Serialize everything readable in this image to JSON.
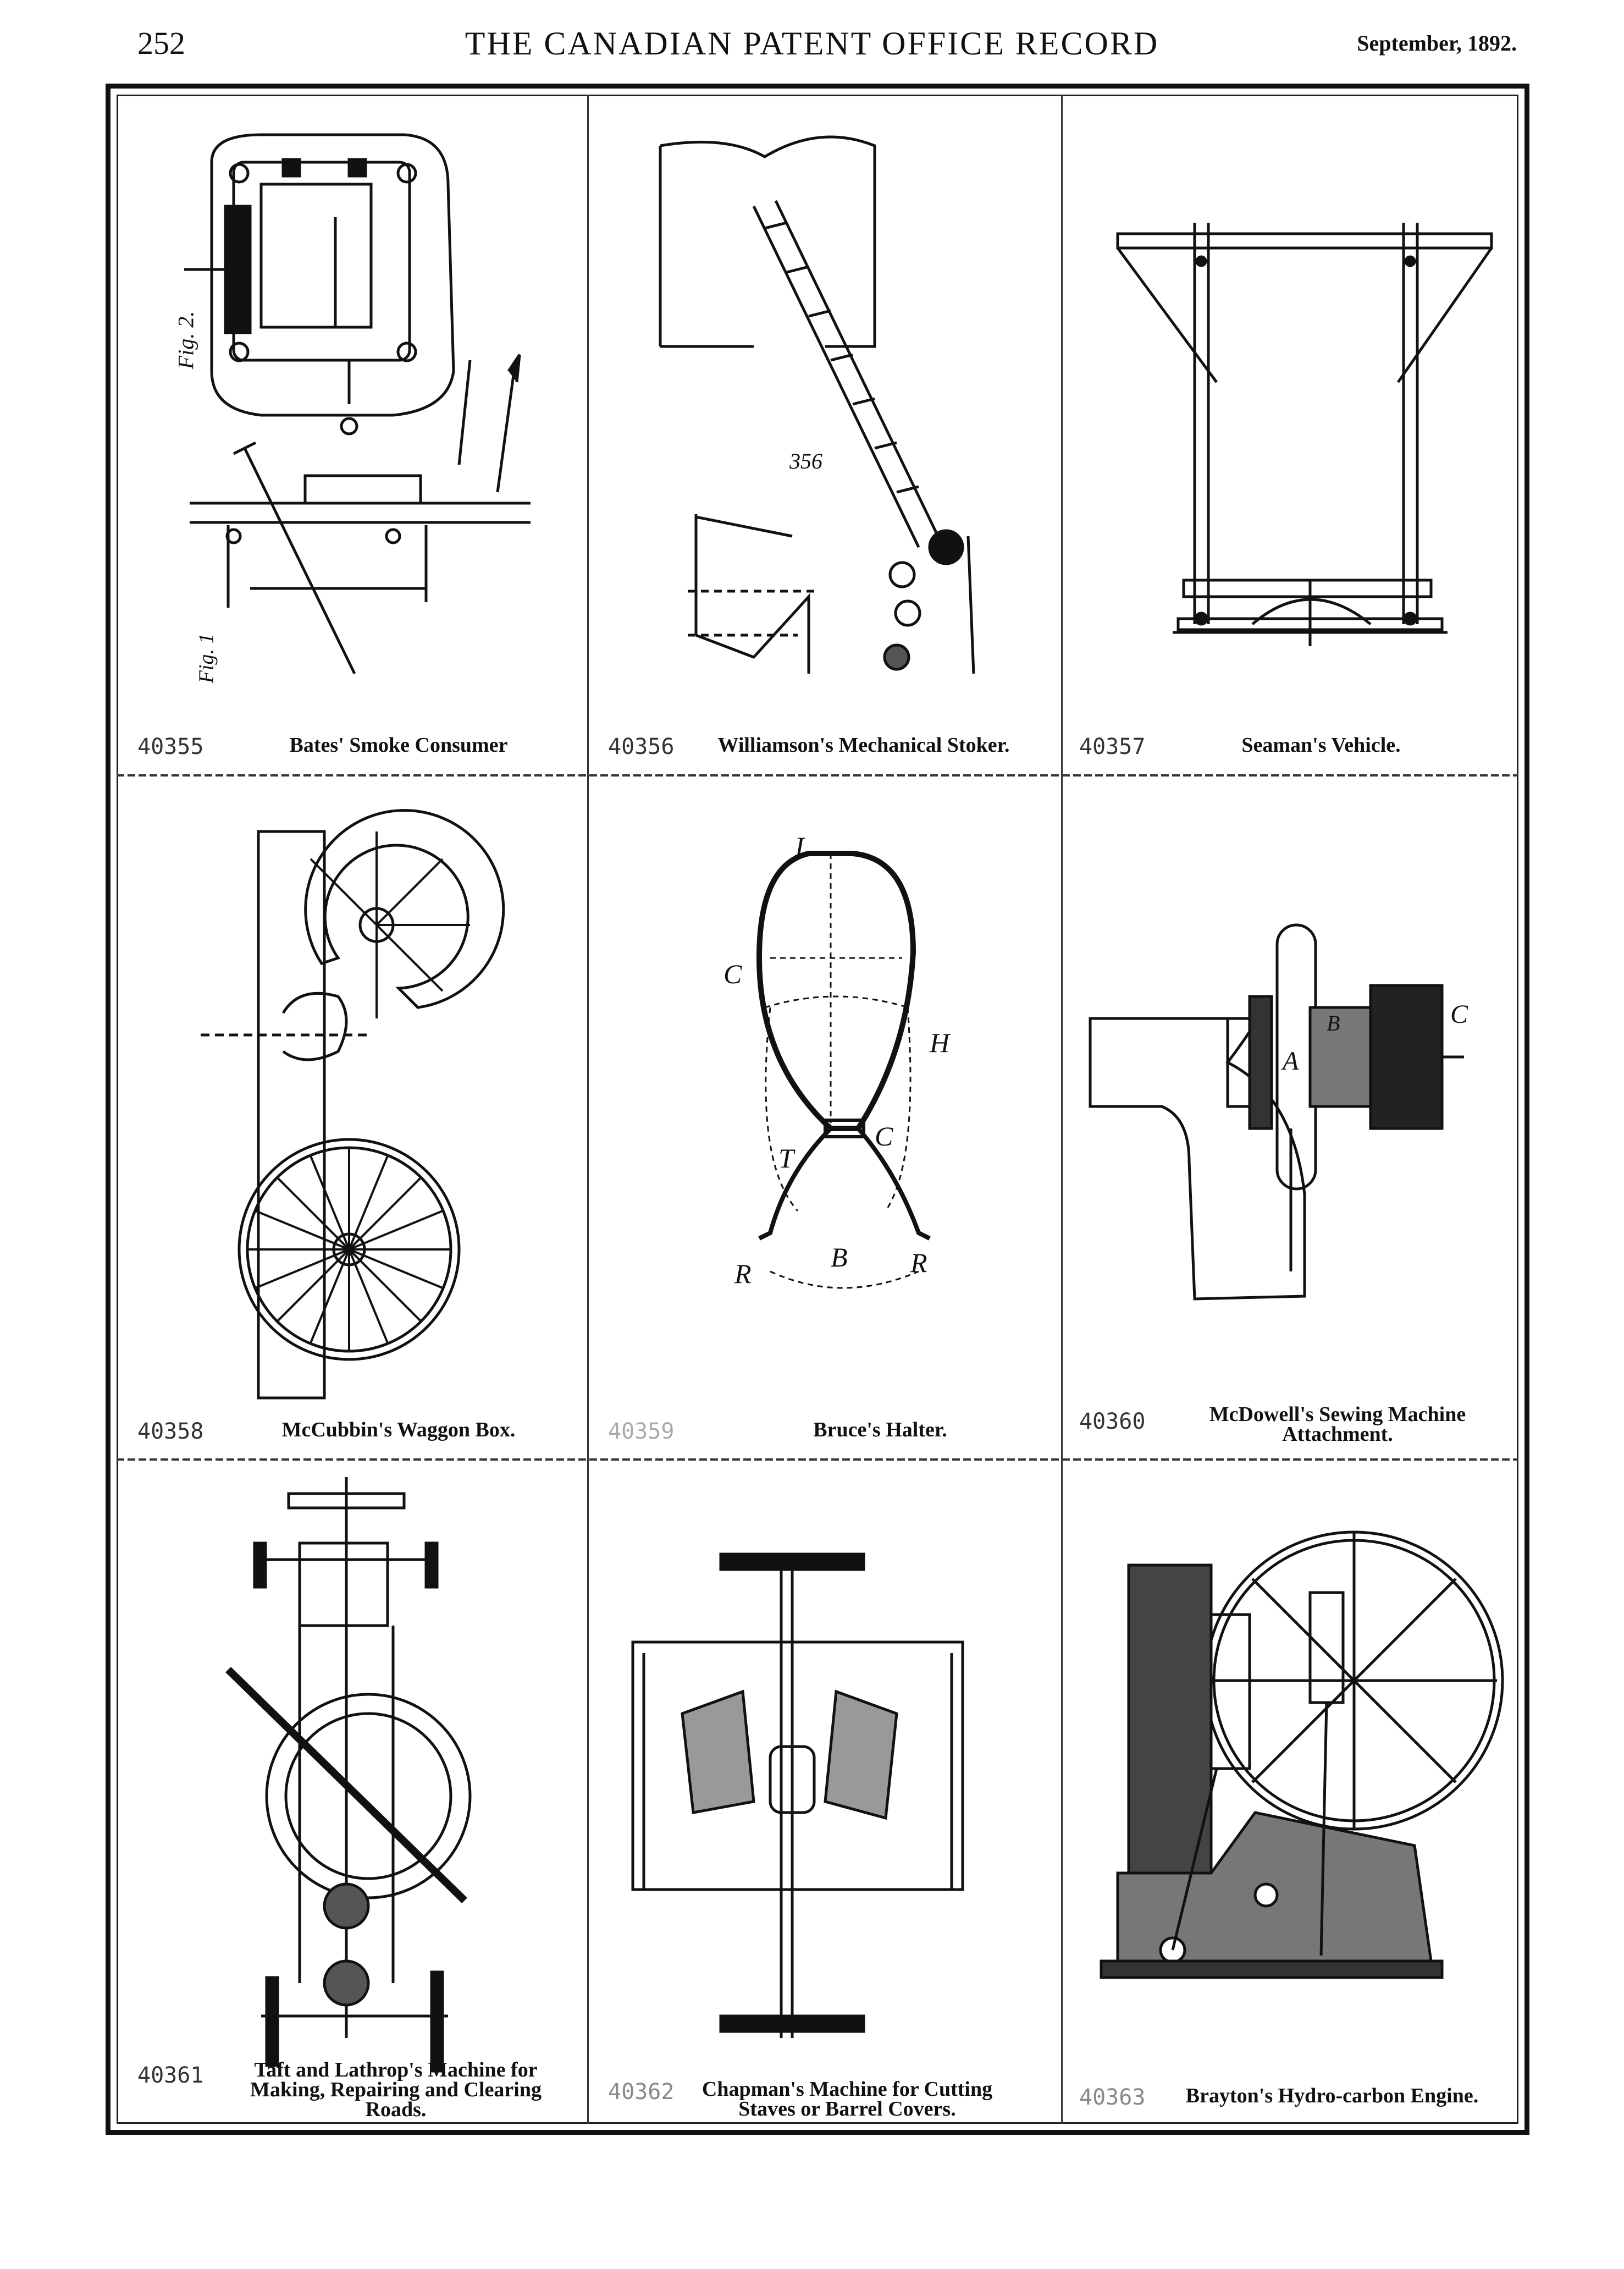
{
  "header": {
    "page_number": "252",
    "title": "THE CANADIAN PATENT OFFICE RECORD",
    "date": "September, 1892."
  },
  "patents": [
    {
      "number": "40355",
      "title": "Bates' Smoke Consumer"
    },
    {
      "number": "40356",
      "title": "Williamson's Mechanical Stoker."
    },
    {
      "number": "40357",
      "title": "Seaman's Vehicle."
    },
    {
      "number": "40358",
      "title": "McCubbin's Waggon Box."
    },
    {
      "number": "40359",
      "title": "Bruce's Halter."
    },
    {
      "number": "40360",
      "title": "McDowell's Sewing Machine Attachment."
    },
    {
      "number": "40361",
      "title": "Taft and Lathrop's Machine for Making, Repairing and Clearing Roads."
    },
    {
      "number": "40362",
      "title": "Chapman's Machine for Cutting Staves or Barrel Covers."
    },
    {
      "number": "40363",
      "title": "Brayton's Hydro-carbon Engine."
    }
  ],
  "figure_labels": {
    "bates_fig2": "Fig. 2.",
    "bates_fig1": "Fig. 1",
    "stoker_ref": "356",
    "halter_I": "I",
    "halter_C1": "C",
    "halter_H": "H",
    "halter_T": "T",
    "halter_C2": "C",
    "halter_B": "B",
    "halter_R1": "R",
    "halter_R2": "R",
    "mcdowell_A": "A",
    "mcdowell_C": "C",
    "mcdowell_B": "B"
  }
}
